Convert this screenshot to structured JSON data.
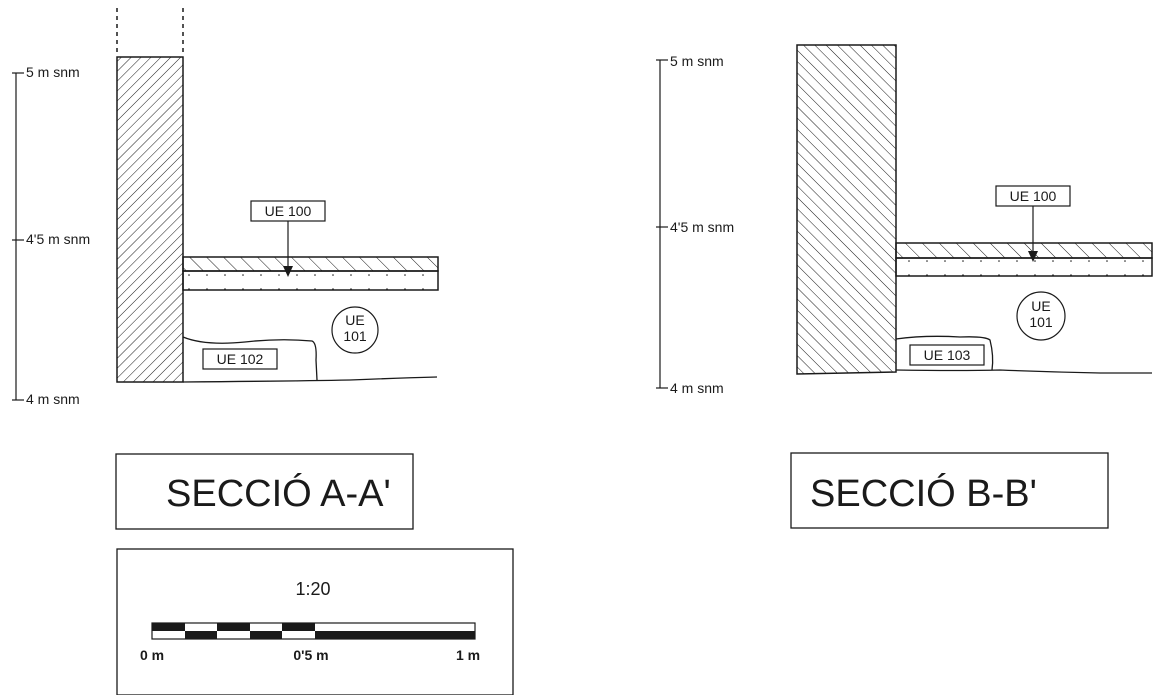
{
  "section_a": {
    "title": "SECCIÓ A-A'",
    "elevations": {
      "top": "5 m snm",
      "mid": "4'5 m snm",
      "bottom": "4 m snm"
    },
    "units": {
      "floor": "UE 100",
      "fill": "UE 101",
      "deposit": "UE 102"
    }
  },
  "section_b": {
    "title": "SECCIÓ B-B'",
    "elevations": {
      "top": "5 m snm",
      "mid": "4'5 m snm",
      "bottom": "4 m snm"
    },
    "units": {
      "floor": "UE 100",
      "fill": "UE 101",
      "deposit": "UE 103"
    }
  },
  "scale": {
    "ratio": "1:20",
    "labels": {
      "start": "0 m",
      "mid": "0'5 m",
      "end": "1 m"
    }
  },
  "colors": {
    "ink": "#1a1a1a",
    "paper": "#ffffff"
  }
}
